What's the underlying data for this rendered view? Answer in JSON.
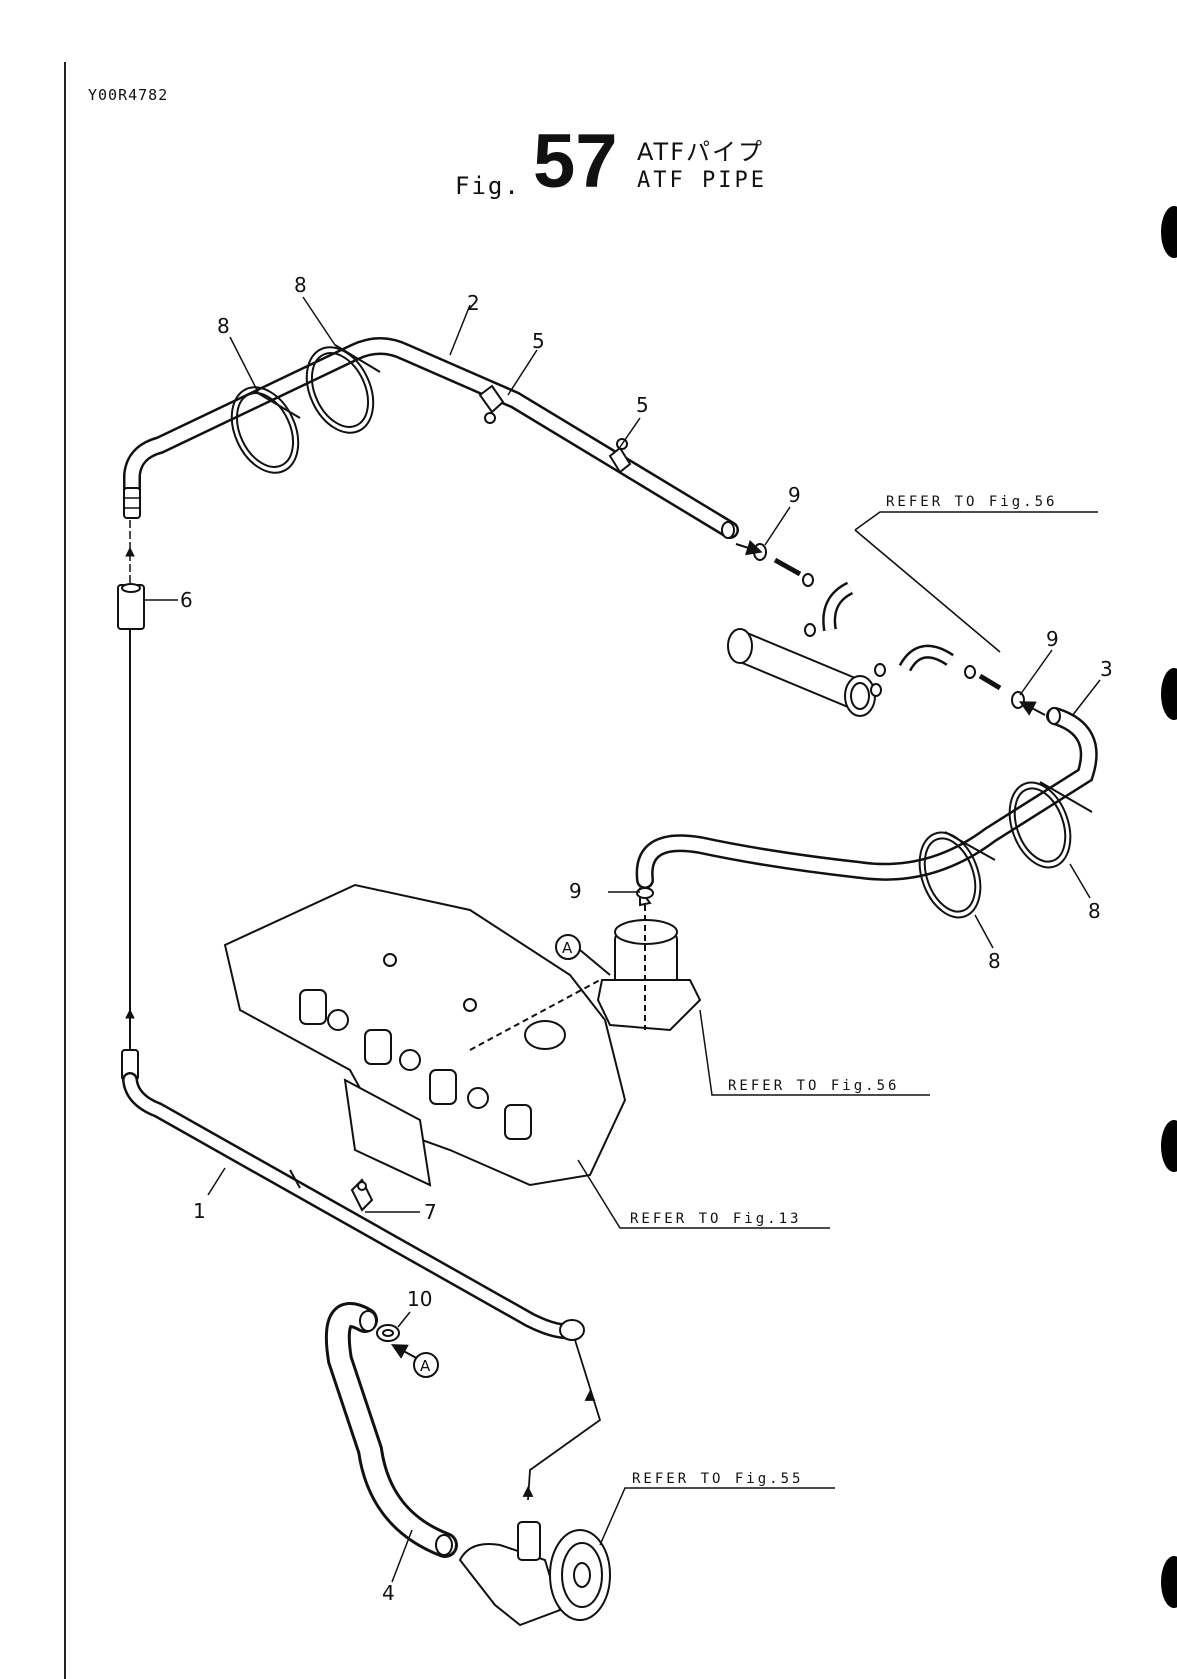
{
  "doc_id": "Y00R4782",
  "figure": {
    "prefix": "Fig.",
    "number": "57",
    "title_jp": "ATFパイプ",
    "title_en": "ATF PIPE"
  },
  "callouts": {
    "c1": "1",
    "c2": "2",
    "c3": "3",
    "c4": "4",
    "c5a": "5",
    "c5b": "5",
    "c6": "6",
    "c7": "7",
    "c8a": "8",
    "c8b": "8",
    "c8c": "8",
    "c8d": "8",
    "c9a": "9",
    "c9b": "9",
    "c9c": "9",
    "c10": "10",
    "markerA1": "A",
    "markerA2": "A"
  },
  "references": {
    "ref56_top": "REFER TO Fig.56",
    "ref56_mid": "REFER TO Fig.56",
    "ref13": "REFER TO Fig.13",
    "ref55": "REFER TO Fig.55"
  }
}
